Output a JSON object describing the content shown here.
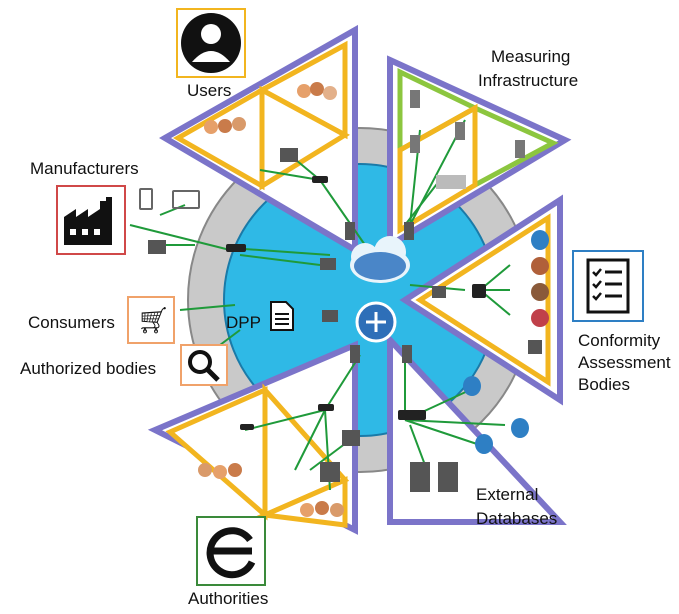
{
  "labels": {
    "users": "Users",
    "measuring_line1": "Measuring",
    "measuring_line2": "Infrastructure",
    "manufacturers": "Manufacturers",
    "consumers": "Consumers",
    "dpp": "DPP",
    "authorized_bodies": "Authorized bodies",
    "conformity_line1": "Conformity",
    "conformity_line2": "Assessment",
    "conformity_line3": "Bodies",
    "external_line1": "External",
    "external_line2": "Databases",
    "authorities": "Authorities"
  },
  "colors": {
    "frame_purple": "#7b74c9",
    "inner_yellow": "#f2b51f",
    "inner_green": "#8cc63f",
    "ring_gray": "#c9c9c9",
    "core_blue": "#2fb9e6",
    "link_green": "#1f9a3a",
    "manufacturer_border": "#d04848",
    "consumer_border": "#f0a26a",
    "conformity_border": "#2e7fc4",
    "authorities_border": "#3a8a3a",
    "users_border": "#f2b51f"
  },
  "icons": [
    "user-icon",
    "factory-icon",
    "phone-icon",
    "laptop-icon",
    "desktop-icon",
    "router-icon",
    "cart-icon",
    "document-icon",
    "magnifier-icon",
    "checklist-icon",
    "cloud-icon",
    "hub-icon",
    "database-icon",
    "scale-icon",
    "building-icon",
    "eu-logo-icon",
    "person-icon",
    "server-icon"
  ]
}
